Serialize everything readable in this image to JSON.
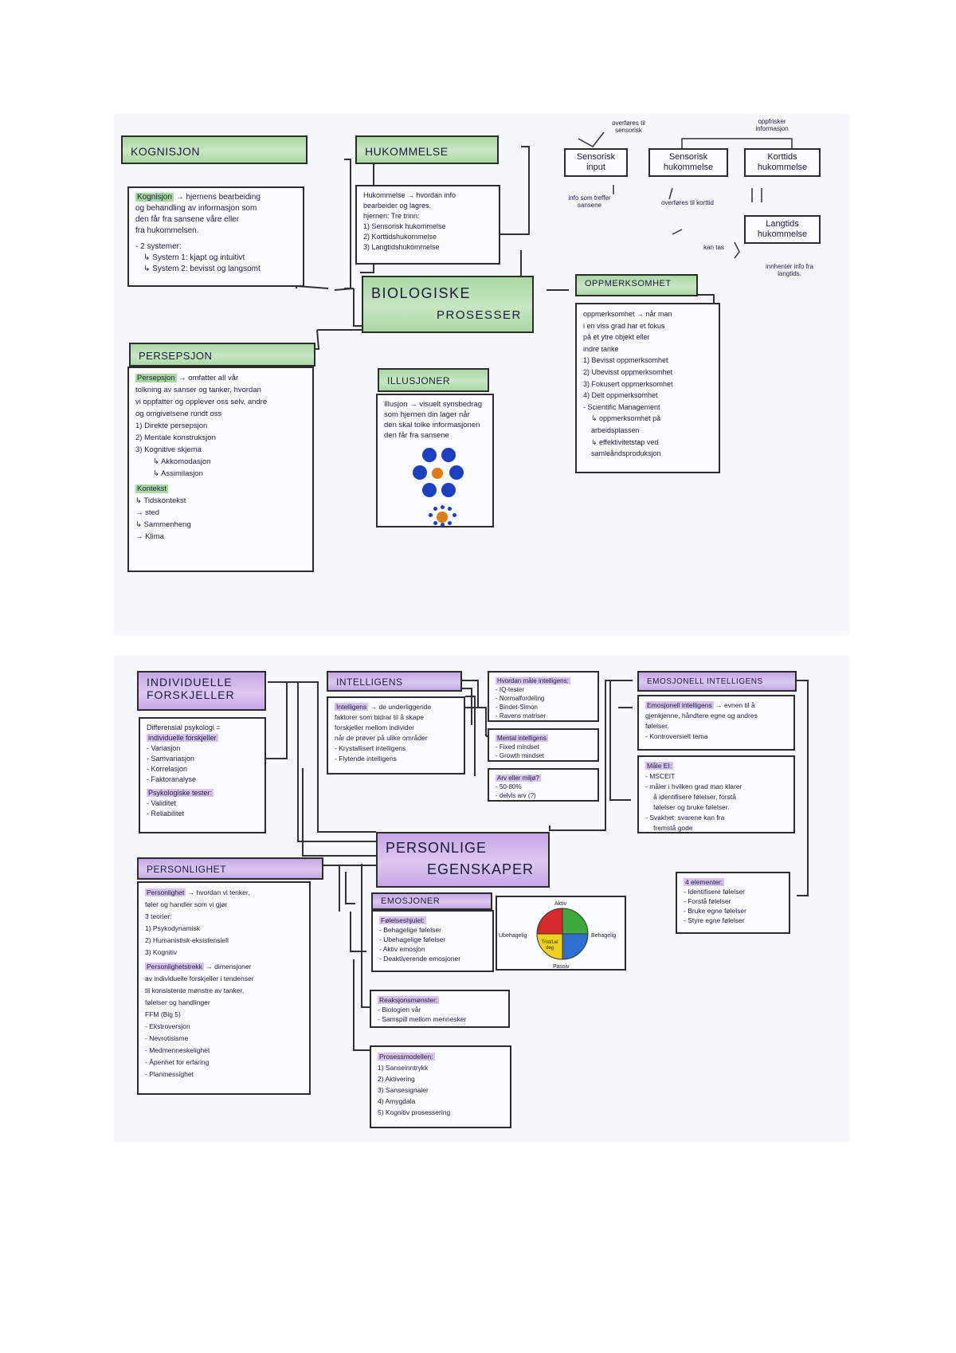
{
  "sheet1": {
    "kognisjon": {
      "title": "KOGNISJON",
      "term": "Kognisjon",
      "lines": [
        "→ hjernens bearbeiding",
        "og behandling av informasjon som",
        "den får fra sansene våre eller",
        "fra hukommelsen.",
        "- 2 systemer:",
        "↳ System 1: kjapt og intuitivt",
        "↳ System 2: bevisst og langsomt"
      ]
    },
    "hukommelse": {
      "title": "HUKOMMELSE",
      "lines": [
        "Hukommelse → hvordan info",
        "bearbeider og lagres.",
        "hjernen: Tre trinn:",
        "1) Sensorisk hukommelse",
        "2) Korttidshukommelse",
        "3) Langtidshukommelse"
      ]
    },
    "flow": {
      "sensorisk_input": "Sensorisk input",
      "sensorisk_hukommelse": "Sensorisk hukommelse",
      "korttids": "Korttids hukommelse",
      "langtids": "Langtids hukommelse",
      "note_overfores": "overføres til sensorisk",
      "note_oppfrisker": "oppfrisker informasjon",
      "note_info_sanser": "info som treffer sansene",
      "note_overfores_korttid": "overføres til korttid",
      "note_kan_tas": "kan tas",
      "note_innhenter": "innhenter info fra langtids."
    },
    "bio": {
      "title1": "BIOLOGISKE",
      "title2": "PROSESSER"
    },
    "oppmerksomhet": {
      "title": "OPPMERKSOMHET",
      "lines": [
        "oppmerksomhet → når man",
        "i en viss grad har et fokus",
        "på et ytre objekt eller",
        "indre tanke",
        "1) Bevisst oppmerksomhet",
        "2) Ubevisst oppmerksomhet",
        "3) Fokusert oppmerksomhet",
        "4) Delt oppmerksomhet",
        "- Scientific Management",
        "↳ oppmerksomhet på",
        "arbeidsplassen",
        "↳ effektivitetstap ved",
        "samleåndsproduksjon"
      ]
    },
    "persepsjon": {
      "title": "PERSEPSJON",
      "term": "Persepsjon",
      "lines": [
        "→ omfatter all vår",
        "tolkning av sanser og tanker, hvordan",
        "vi oppfatter og opplever oss selv, andre",
        "og omgivelsene rundt oss",
        "1) Direkte persepsjon",
        "2) Mentale konstruksjon",
        "3) Kognitive skjema",
        "↳ Akkomodasjon",
        "↳ Assimilasjon"
      ],
      "kontekst": "Kontekst",
      "kontekst_lines": [
        "↳ Tidskontekst",
        "→ sted",
        "↳ Sammenheng",
        "→ Klima"
      ]
    },
    "illusjoner": {
      "title": "ILLUSJONER",
      "lines": [
        "Illusjon → visuelt synsbedrag",
        "som hjernen din lager når",
        "den skal tolke informasjonen",
        "den får fra sansene"
      ]
    }
  },
  "sheet2": {
    "individuelle": {
      "title1": "INDIVIDUELLE",
      "title2": "FORSKJELLER",
      "lines": [
        "Differensial psykologi =",
        "individuelle forskjeller",
        "- Variasjon",
        "- Samvariasjon",
        "- Korrelasjon",
        "- Faktoranalyse"
      ],
      "sub": "Psykologiske tester:",
      "sub_lines": [
        "- Validitet",
        "- Reliabilitet"
      ]
    },
    "intelligens": {
      "title": "INTELLIGENS",
      "term": "Intelligens",
      "lines": [
        "→ de underliggende",
        "faktorer som bidrar til å skape",
        "forskjeller mellom individer",
        "når de prøver på ulike områder",
        "- Krystallisert intelligens",
        "- Flytende intelligens"
      ]
    },
    "maale": {
      "title": "Hvordan måle intelligens:",
      "lines": [
        "- IQ-tester",
        "- Normalfordeling",
        "- Bindet-Simon",
        "- Ravens matriser"
      ]
    },
    "mindset": {
      "title": "Mental intelligens",
      "lines": [
        "- Fixed mindset",
        "- Growth mindset"
      ]
    },
    "arv": {
      "title": "Arv eller miljø?",
      "lines": [
        "- 50-80%",
        "- delvis arv (?)"
      ]
    },
    "emosjonell": {
      "title": "EMOSJONELL INTELLIGENS",
      "term": "Emosjonell intelligens",
      "lines": [
        "→ evnen til å",
        "gjenkjenne, håndtere egne og andres",
        "følelser.",
        "- Kontroversielt tema"
      ]
    },
    "maale_ei": {
      "title": "Måle EI:",
      "lines": [
        "- MSCEIT",
        "- måler i hvilken grad man klarer",
        "å identifisere følelser, forstå",
        "følelser og bruke følelser.",
        "- Svakhet: svarene kan fra",
        "fremstå gode"
      ]
    },
    "personlighet": {
      "title": "PERSONLIGHET",
      "term": "Personlighet",
      "lines": [
        "→ hvordan vi tenker,",
        "føler og handler som vi gjør",
        "3 teorier:",
        "1) Psykodynamisk",
        "2) Humanistisk-eksistensiell",
        "3) Kognitiv"
      ],
      "term2": "Personlighetstrekk",
      "lines2": [
        "→ dimensjoner",
        "av individuelle forskjeller i tendenser",
        "til konsistente mønstre av tanker,",
        "følelser og handlinger",
        "FFM (Big 5)",
        "- Ekstroversjon",
        "- Nevrotisisme",
        "- Medmenneskelighet",
        "- Åpenhet for erfaring",
        "- Planmessighet"
      ]
    },
    "center": {
      "title1": "PERSONLIGE",
      "title2": "EGENSKAPER"
    },
    "emosjoner": {
      "title": "EMOSJONER",
      "sub": "Følelseshjulet:",
      "lines": [
        "- Behagelige følelser",
        "- Ubehagelige følelser",
        "- Aktiv emosjon",
        "- Deaktiverende emosjoner"
      ]
    },
    "wheel": {
      "top": "Aktiv",
      "bottom": "Passiv",
      "left": "Ubehagelig",
      "right": "Behagelig",
      "q_br": "Trist/Lei deg"
    },
    "elementer": {
      "title": "4 elementer:",
      "lines": [
        "- Identifisere følelser",
        "- Forstå følelser",
        "- Bruke egne følelser",
        "- Styre egne følelser"
      ]
    },
    "reaksjon": {
      "title": "Reaksjonsmønster:",
      "lines": [
        "- Biologien vår",
        "- Samspill mellom mennesker"
      ]
    },
    "prosess": {
      "title": "Prosessmodellen:",
      "lines": [
        "1) Sanseinntrykk",
        "2) Aktivering",
        "3) Sansesignaler",
        "4) Amygdala",
        "5) Kognitiv prosessering"
      ]
    }
  },
  "colors": {
    "green": "#a9d8a3",
    "purple": "#c6a7e6",
    "pink": "#f3b6d8"
  }
}
